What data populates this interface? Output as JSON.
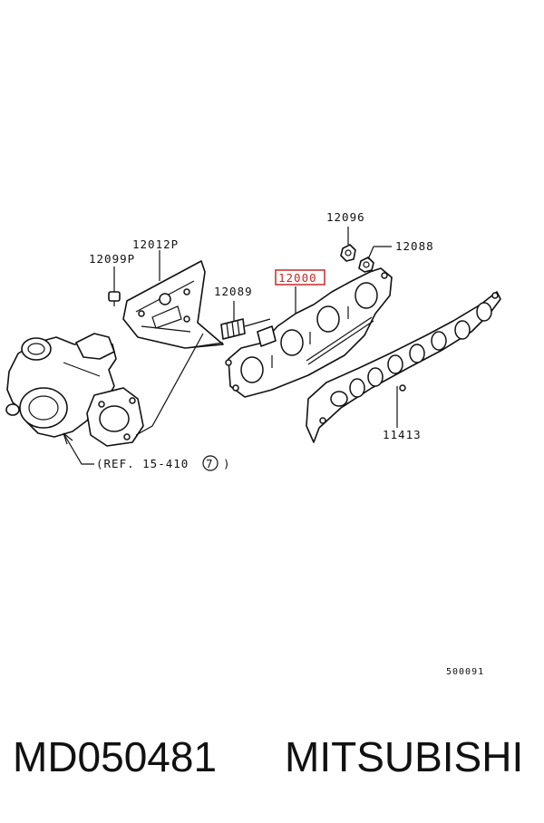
{
  "callouts": {
    "gasket_port": "12096",
    "nut": "12088",
    "heat_protector": "12012P",
    "bolt": "12099P",
    "manifold": "12000",
    "stud": "12089",
    "gasket": "11413",
    "reference": "(REF. 15-410",
    "reference_circle": "7",
    "reference_close": ")"
  },
  "diagram_code": "500091",
  "footer": {
    "part_number": "MD050481",
    "brand": "MITSUBISHI"
  },
  "colors": {
    "highlight": "#c62828",
    "ink": "#111111"
  }
}
